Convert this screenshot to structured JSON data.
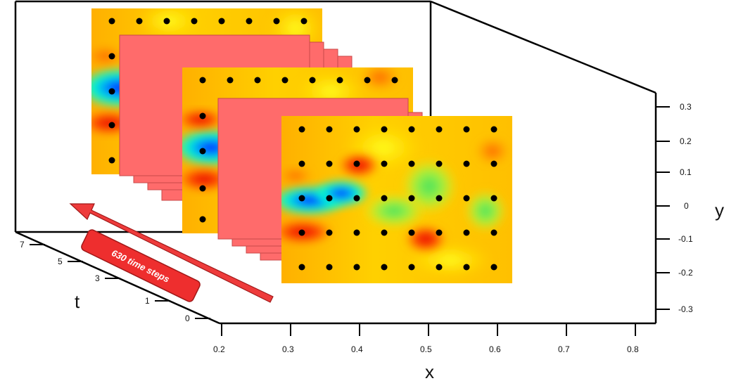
{
  "axes": {
    "x": {
      "title": "x",
      "ticks": [
        "0.2",
        "0.3",
        "0.4",
        "0.5",
        "0.6",
        "0.7",
        "0.8"
      ]
    },
    "y": {
      "title": "y",
      "ticks": [
        "0.3",
        "0.2",
        "0.1",
        "0",
        "-0.1",
        "-0.2",
        "-0.3"
      ]
    },
    "t": {
      "title": "t",
      "ticks": [
        "7",
        "5",
        "3",
        "1",
        "0"
      ]
    }
  },
  "annotation": {
    "label": "630 time steps"
  },
  "colors": {
    "arrow": "#ee3b3b",
    "frame_placeholder": "#ff6b6b",
    "frame_border": "#c84848",
    "axis": "#000000"
  },
  "field": {
    "colormap": [
      "#0000ff",
      "#00c0ff",
      "#00ff80",
      "#ffff00",
      "#ffa500",
      "#ff0000"
    ],
    "marker_grid": {
      "columns": 8,
      "rows": 5
    }
  }
}
